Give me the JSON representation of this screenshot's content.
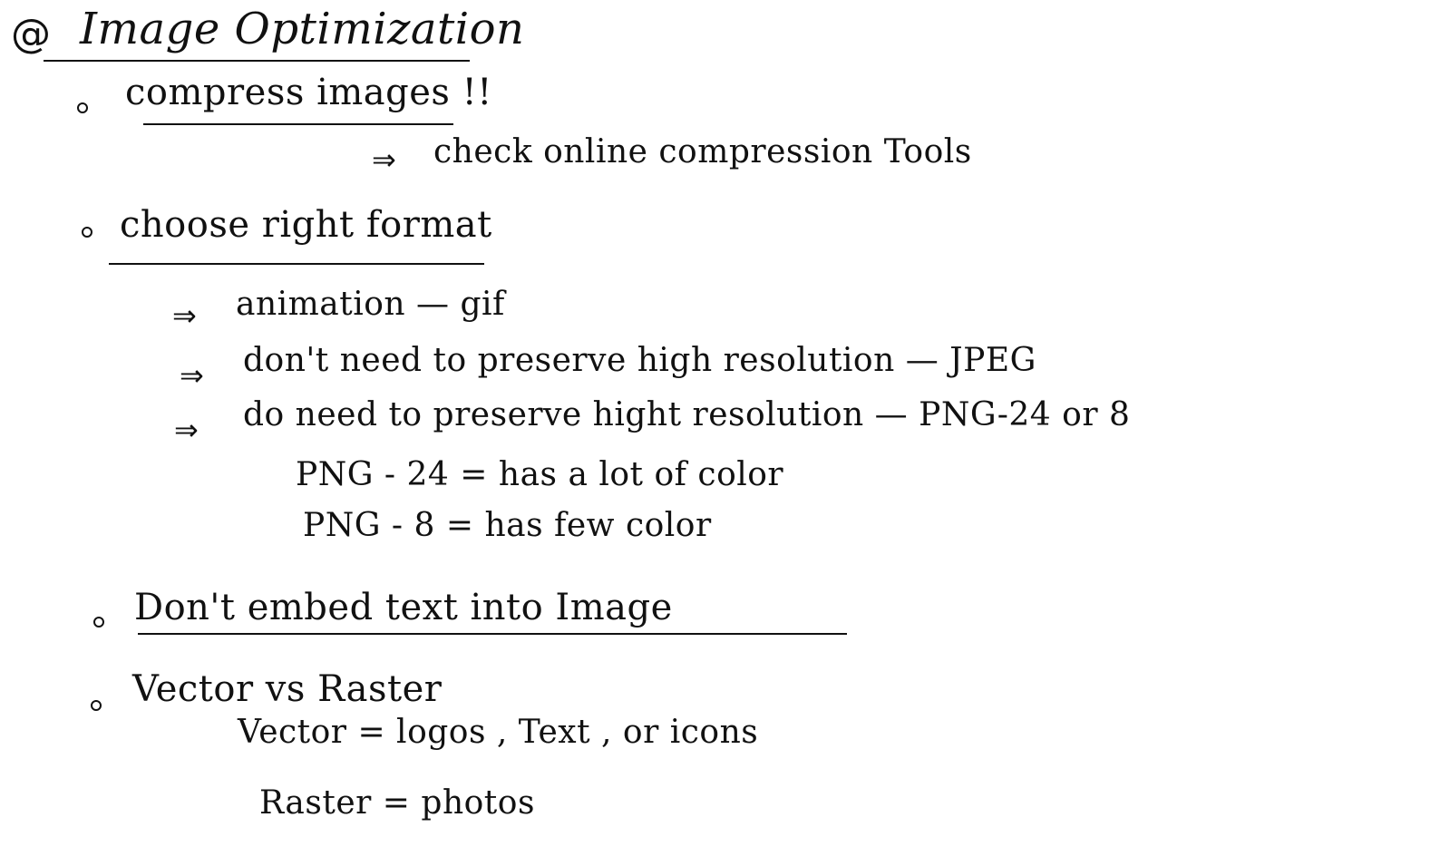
{
  "title": {
    "marker": "@",
    "text": "Image Optimization"
  },
  "sections": [
    {
      "heading": "compress images !!",
      "items": [
        {
          "arrow": "⇒",
          "text": "check online compression Tools"
        }
      ]
    },
    {
      "heading": "choose right format",
      "items": [
        {
          "arrow": "⇒",
          "text": "animation  —  gif"
        },
        {
          "arrow": "⇒",
          "text": "don't need to preserve high resolution  —  JPEG"
        },
        {
          "arrow": "⇒",
          "text": "do need to preserve hight resolution  —  PNG-24 or 8"
        }
      ],
      "notes": [
        "PNG - 24  =  has a lot of color",
        "PNG - 8   =  has few color"
      ]
    },
    {
      "heading": "Don't embed text into Image",
      "items": []
    },
    {
      "heading": "Vector vs Raster",
      "notes": [
        "Vector = logos , Text , or icons",
        "Raster =  photos"
      ]
    }
  ]
}
